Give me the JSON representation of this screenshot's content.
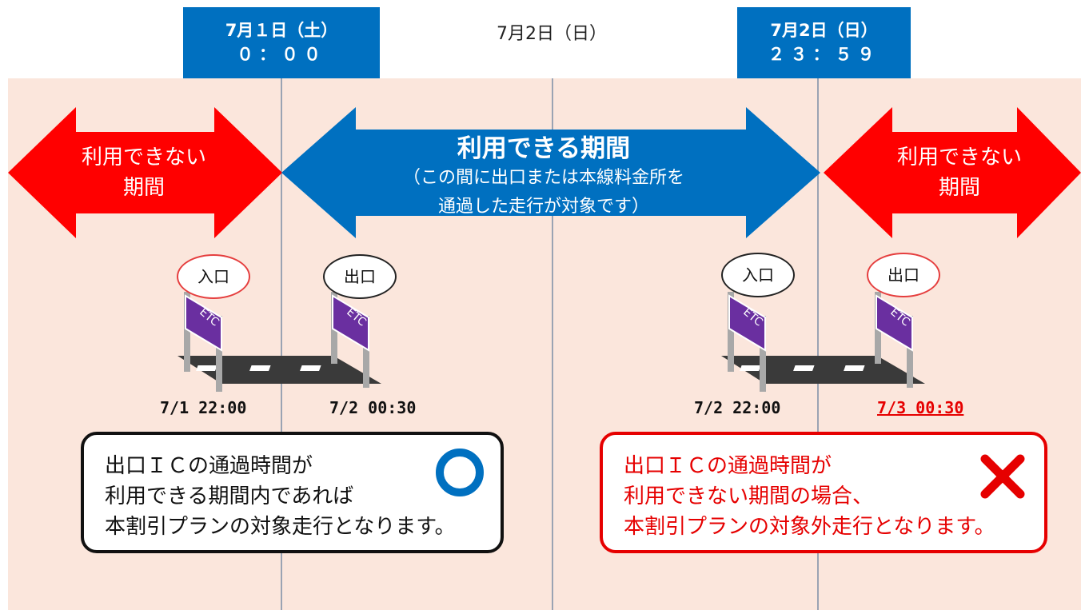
{
  "header": {
    "start_box": {
      "date": "7月１日（土）",
      "time": "０：００"
    },
    "middle_day": "7月2日（日）",
    "end_box": {
      "date": "7月2日（日）",
      "time": "２３：５９"
    }
  },
  "arrows": {
    "left_unavailable": {
      "line1": "利用できない",
      "line2": "期間",
      "color": "#ff0000"
    },
    "available": {
      "title": "利用できる期間",
      "sub1": "（この間に出口または本線料金所を",
      "sub2": "通過した走行が対象です）",
      "color": "#0070c0"
    },
    "right_unavailable": {
      "line1": "利用できない",
      "line2": "期間",
      "color": "#ff0000"
    }
  },
  "gates": {
    "left_entrance": "入口",
    "left_exit": "出口",
    "right_entrance": "入口",
    "right_exit": "出口",
    "sign_text": "ETC"
  },
  "times": {
    "t1": "7/1 22:00",
    "t2": "7/2 00:30",
    "t3": "7/2 22:00",
    "t4": "7/3 00:30"
  },
  "notes": {
    "ok": {
      "line1": "出口ＩＣの通過時間が",
      "line2": "利用できる期間内であれば",
      "line3": "本割引プランの対象走行となります。",
      "symbol": "circle-icon",
      "symbol_color": "#0070c0"
    },
    "ng": {
      "line1": "出口ＩＣの通過時間が",
      "line2": "利用できない期間の場合、",
      "line3": "本割引プランの対象外走行となります。",
      "symbol": "cross-icon",
      "symbol_color": "#e60000"
    }
  },
  "colors": {
    "band": "#fbe6dc",
    "header_box": "#0070c0",
    "sign": "#6a2fa0",
    "road": "#3a3a3a"
  }
}
